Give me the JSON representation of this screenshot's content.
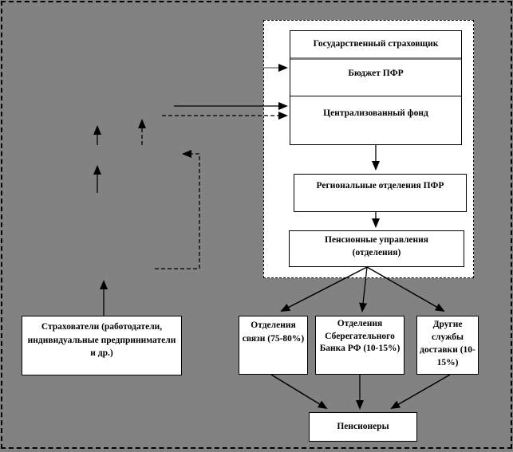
{
  "colors": {
    "background": "#828282",
    "panel": "#ffffff",
    "line": "#000000",
    "separator": "#808080"
  },
  "nodes": {
    "state_insurer": {
      "label": "Государственный страховщик"
    },
    "pfr_budget": {
      "label": "Бюджет ПФР"
    },
    "central_fund": {
      "label": "Централизованный фонд"
    },
    "regional_offices": {
      "label": "Региональные отделения ПФР"
    },
    "pension_departments": {
      "label": "Пенсионные управления (отделения)"
    },
    "insurers": {
      "label": "Страхователи (работодатели, индивидуальные предприниматели и др.)"
    },
    "post_offices": {
      "label": "Отделения связи (75-80%)"
    },
    "sberbank": {
      "label": "Отделения Сберегательного Банка РФ (10-15%)"
    },
    "other_delivery": {
      "label": "Другие службы доставки (10-15%)"
    },
    "pensioners": {
      "label": "Пенсионеры"
    }
  }
}
